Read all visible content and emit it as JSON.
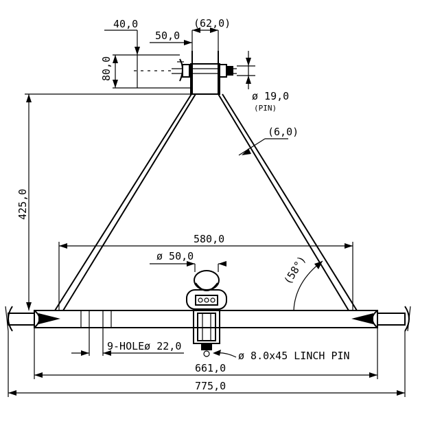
{
  "dimensions": {
    "top_offset": "40,0",
    "pin_spacing": "50,0",
    "top_width": "(62,0)",
    "top_height": "80,0",
    "pin_dia": "ø 19,0",
    "pin_note": "(PIN)",
    "wall_thickness": "(6,0)",
    "height": "425,0",
    "lower_width": "580,0",
    "ball_dia": "ø 50,0",
    "angle": "(58°)",
    "holes": "9-HOLEø 22,0",
    "linch_pin": "ø 8.0x45 LINCH PIN",
    "inner_width": "661,0",
    "overall_width": "775,0"
  }
}
